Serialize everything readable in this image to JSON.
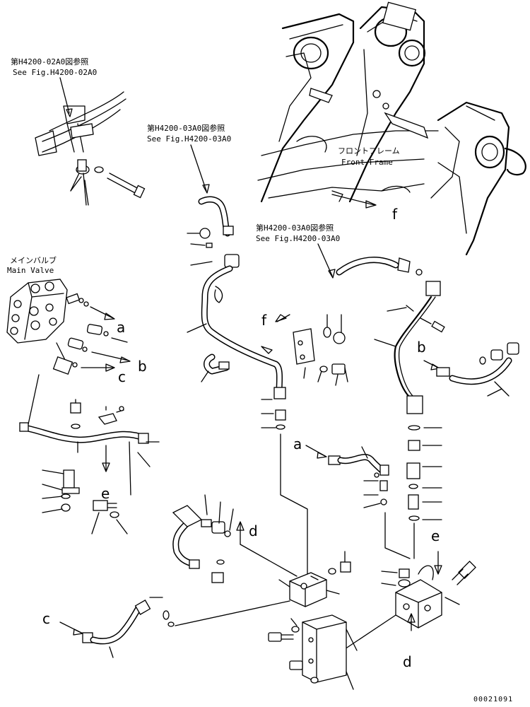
{
  "callouts": {
    "h4200_02a0": {
      "jp": "第H4200-02A0図参照",
      "en": "See Fig.H4200-02A0"
    },
    "h4200_03a0_top": {
      "jp": "第H4200-03A0図参照",
      "en": "See Fig.H4200-03A0"
    },
    "h4200_03a0_mid": {
      "jp": "第H4200-03A0図参照",
      "en": "See Fig.H4200-03A0"
    },
    "front_frame": {
      "jp": "フロントフレーム",
      "en": "Front Frame"
    },
    "main_valve": {
      "jp": "メインバルブ",
      "en": "Main Valve"
    }
  },
  "connection_letters": {
    "a_left": "a",
    "a_mid": "a",
    "b_left": "b",
    "b_right": "b",
    "c_left": "c",
    "c_bottom": "c",
    "d_mid": "d",
    "d_bottom": "d",
    "e_left": "e",
    "e_right": "e",
    "f_top": "f",
    "f_mid": "f"
  },
  "drawing_number": "00021091"
}
